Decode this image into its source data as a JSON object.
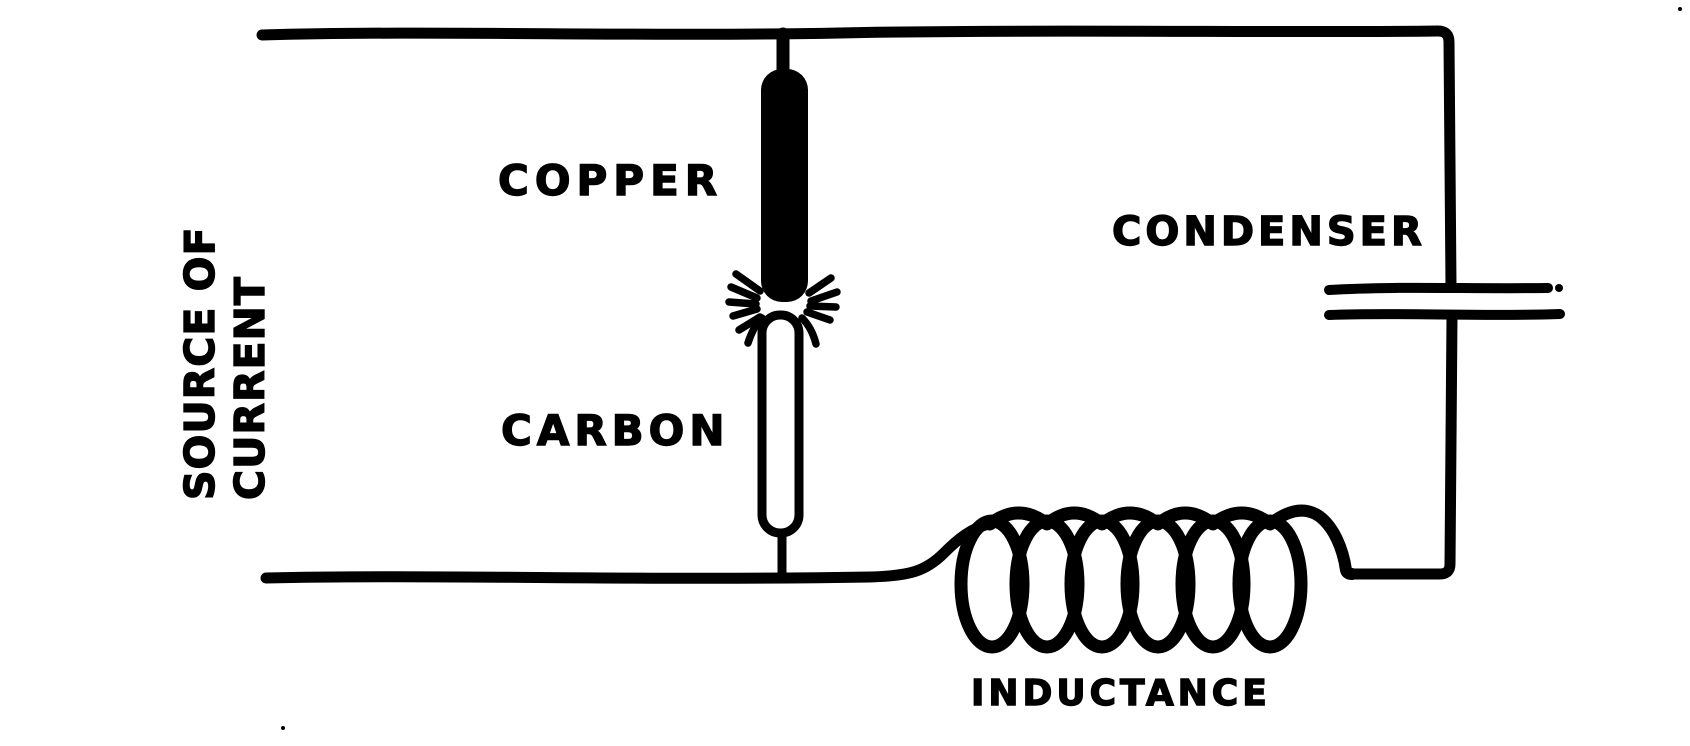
{
  "colors": {
    "ink": "#000000",
    "paper": "#ffffff"
  },
  "labels": {
    "source_line1": "SOURCE OF",
    "source_line2": "CURRENT",
    "copper": "COPPER",
    "carbon": "CARBON",
    "condenser": "CONDENSER",
    "inductance": "INDUCTANCE"
  },
  "diagram": {
    "type": "hand-drawn circuit schematic",
    "components": [
      {
        "id": "source-of-current",
        "label": "SOURCE OF CURRENT",
        "symbol": "open supply lead ends at left"
      },
      {
        "id": "copper-electrode",
        "label": "COPPER",
        "symbol": "solid black rod, upper arc electrode"
      },
      {
        "id": "carbon-electrode",
        "label": "CARBON",
        "symbol": "white outlined rod, lower arc electrode"
      },
      {
        "id": "arc-gap",
        "label": "",
        "symbol": "spark rays radiating from gap between electrodes"
      },
      {
        "id": "condenser",
        "label": "CONDENSER",
        "symbol": "two parallel horizontal plates on right branch"
      },
      {
        "id": "inductance",
        "label": "INDUCTANCE",
        "symbol": "six-loop coil in bottom wire"
      }
    ]
  }
}
